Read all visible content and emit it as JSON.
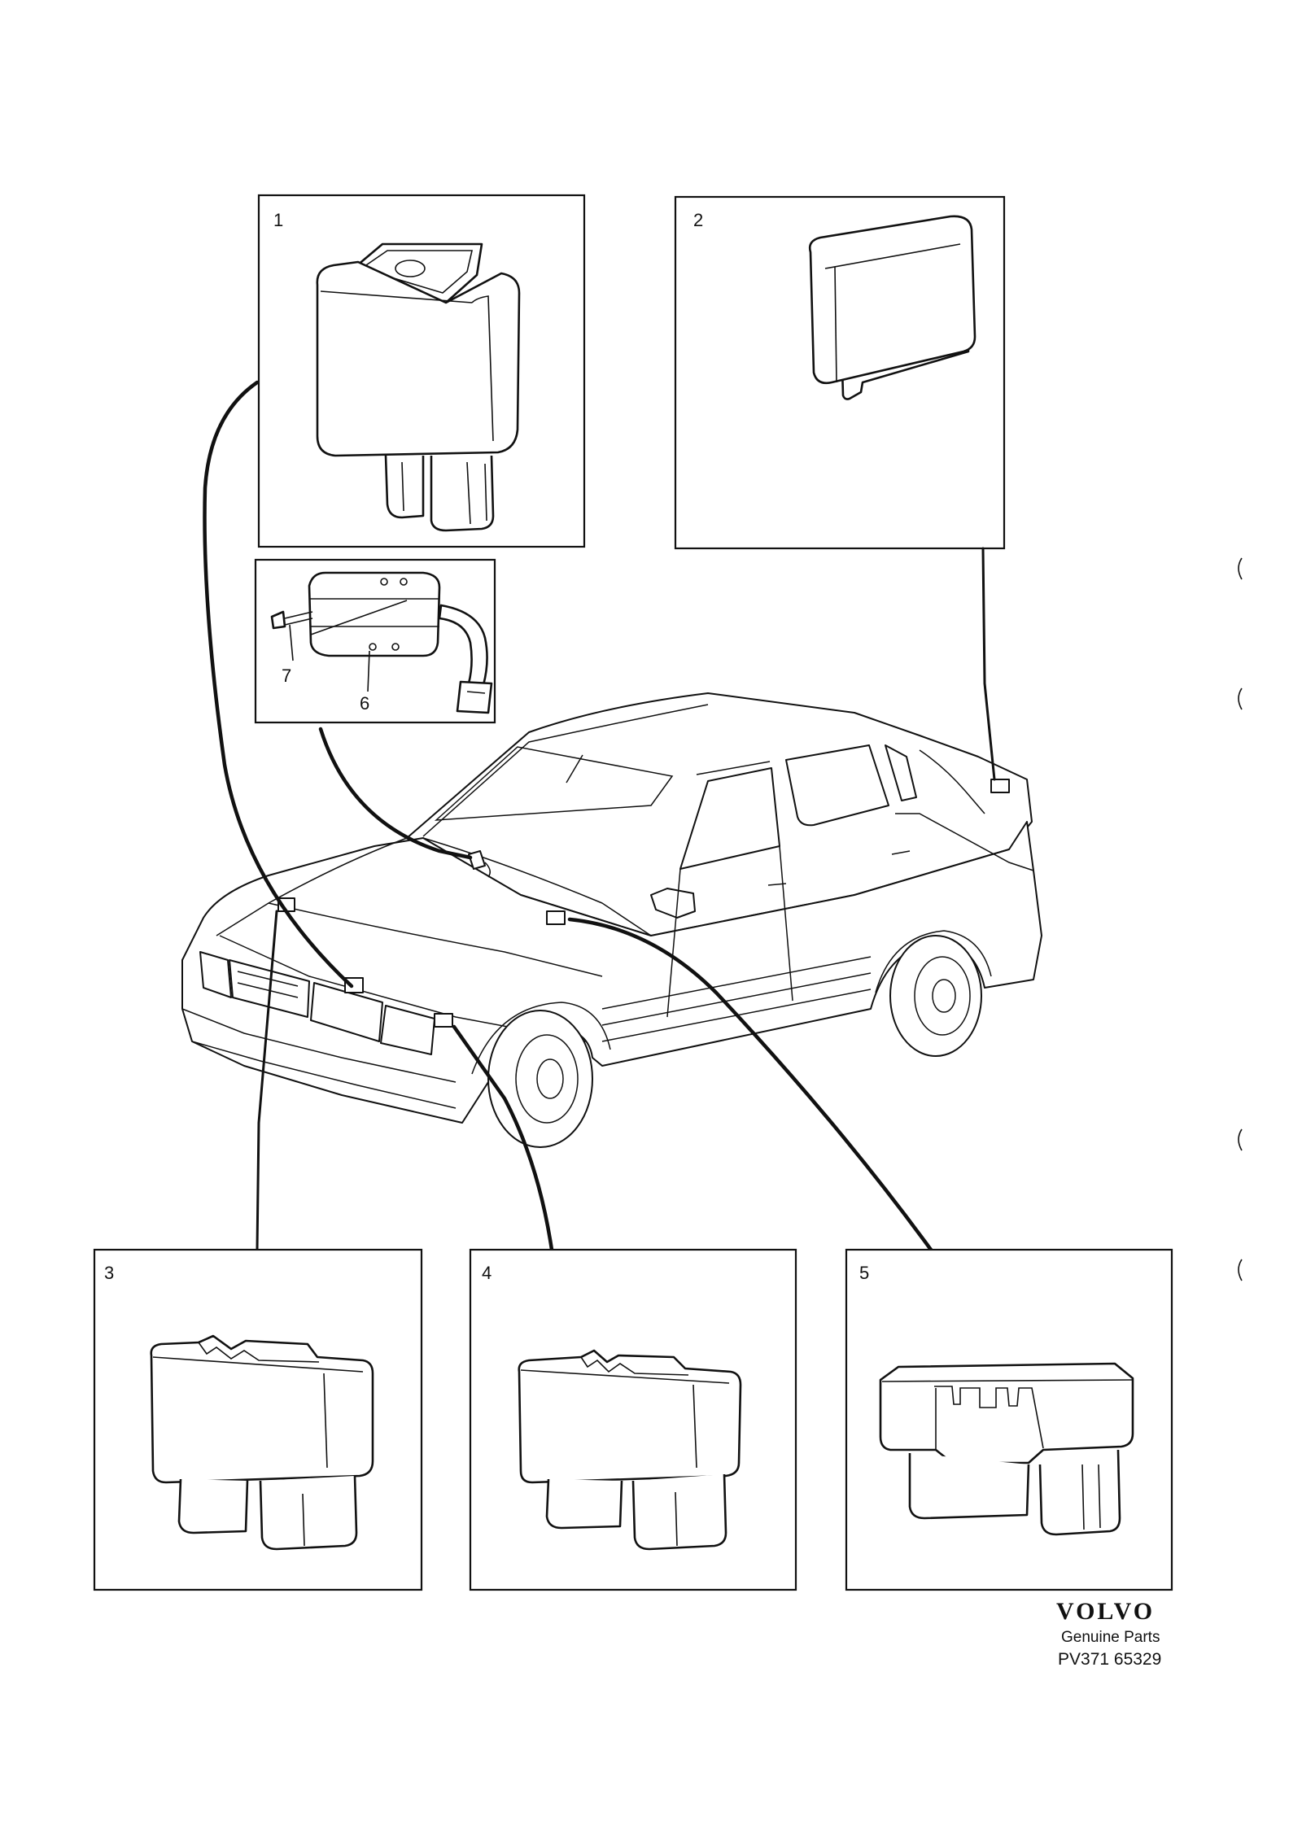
{
  "callouts": {
    "c1": "1",
    "c2": "2",
    "c3": "3",
    "c4": "4",
    "c5": "5",
    "c6": "6",
    "c7": "7"
  },
  "brand": {
    "logo": "VOLVO",
    "subtitle": "Genuine Parts",
    "reference": "PV371 65329"
  },
  "colors": {
    "ink": "#111111",
    "paper": "#ffffff"
  }
}
